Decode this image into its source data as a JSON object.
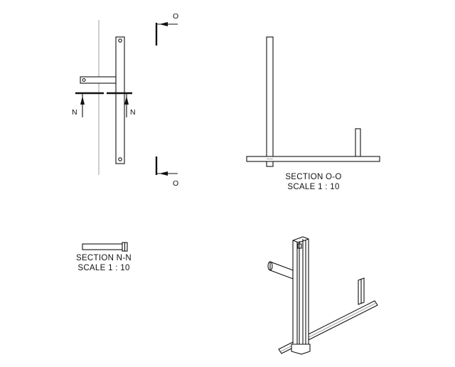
{
  "section_nn": {
    "letter_left": "N",
    "letter_right": "N"
  },
  "section_oo": {
    "letter_top": "O",
    "letter_bottom": "O"
  },
  "captions": {
    "section_oo_title": "SECTION O-O",
    "section_oo_scale": "SCALE 1 : 10",
    "section_nn_title": "SECTION N-N",
    "section_nn_scale": "SCALE 1 : 10"
  },
  "colors": {
    "line": "#111111",
    "paper": "#ffffff",
    "construction": "#888888"
  }
}
